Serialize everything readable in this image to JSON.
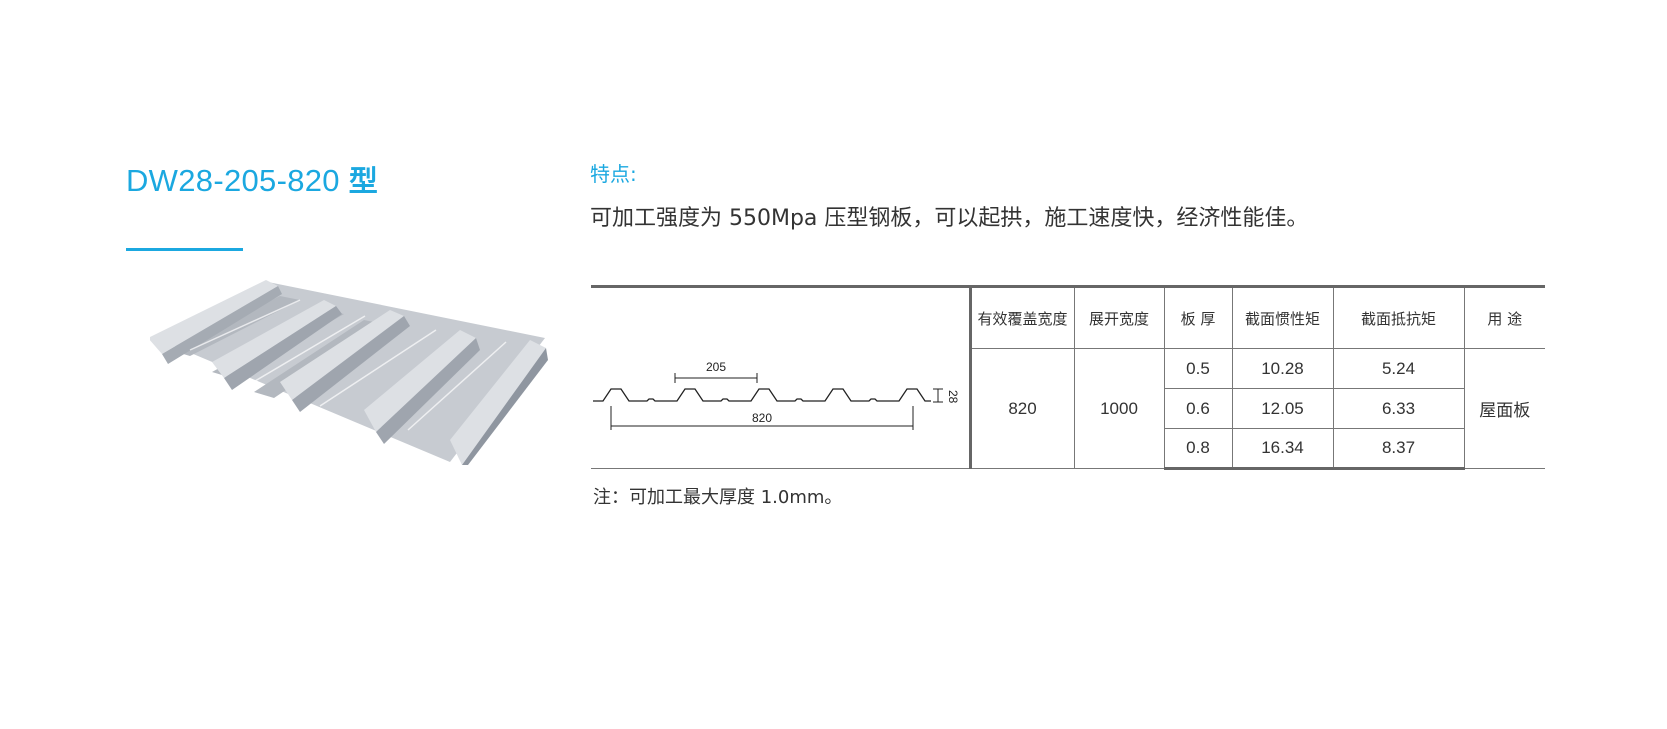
{
  "model": {
    "code": "DW28-205-820",
    "type_suffix": "型"
  },
  "features": {
    "heading": "特点:",
    "description": "可加工强度为 550Mpa 压型钢板，可以起拱，施工速度快，经济性能佳。"
  },
  "profile_drawing": {
    "pitch": "205",
    "width": "820",
    "height": "28"
  },
  "table": {
    "headers": [
      "有效覆盖宽度",
      "展开宽度",
      "板 厚",
      "截面惯性矩",
      "截面抵抗矩",
      "用 途"
    ],
    "effective_width": "820",
    "unfolded_width": "1000",
    "rows": [
      {
        "thickness": "0.5",
        "inertia": "10.28",
        "resistance": "5.24"
      },
      {
        "thickness": "0.6",
        "inertia": "12.05",
        "resistance": "6.33"
      },
      {
        "thickness": "0.8",
        "inertia": "16.34",
        "resistance": "8.37"
      }
    ],
    "usage": "屋面板"
  },
  "note": "注：可加工最大厚度 1.0mm。",
  "colors": {
    "accent": "#1ba8e0",
    "sheet": "#c8ccd2",
    "rule": "#666666"
  }
}
